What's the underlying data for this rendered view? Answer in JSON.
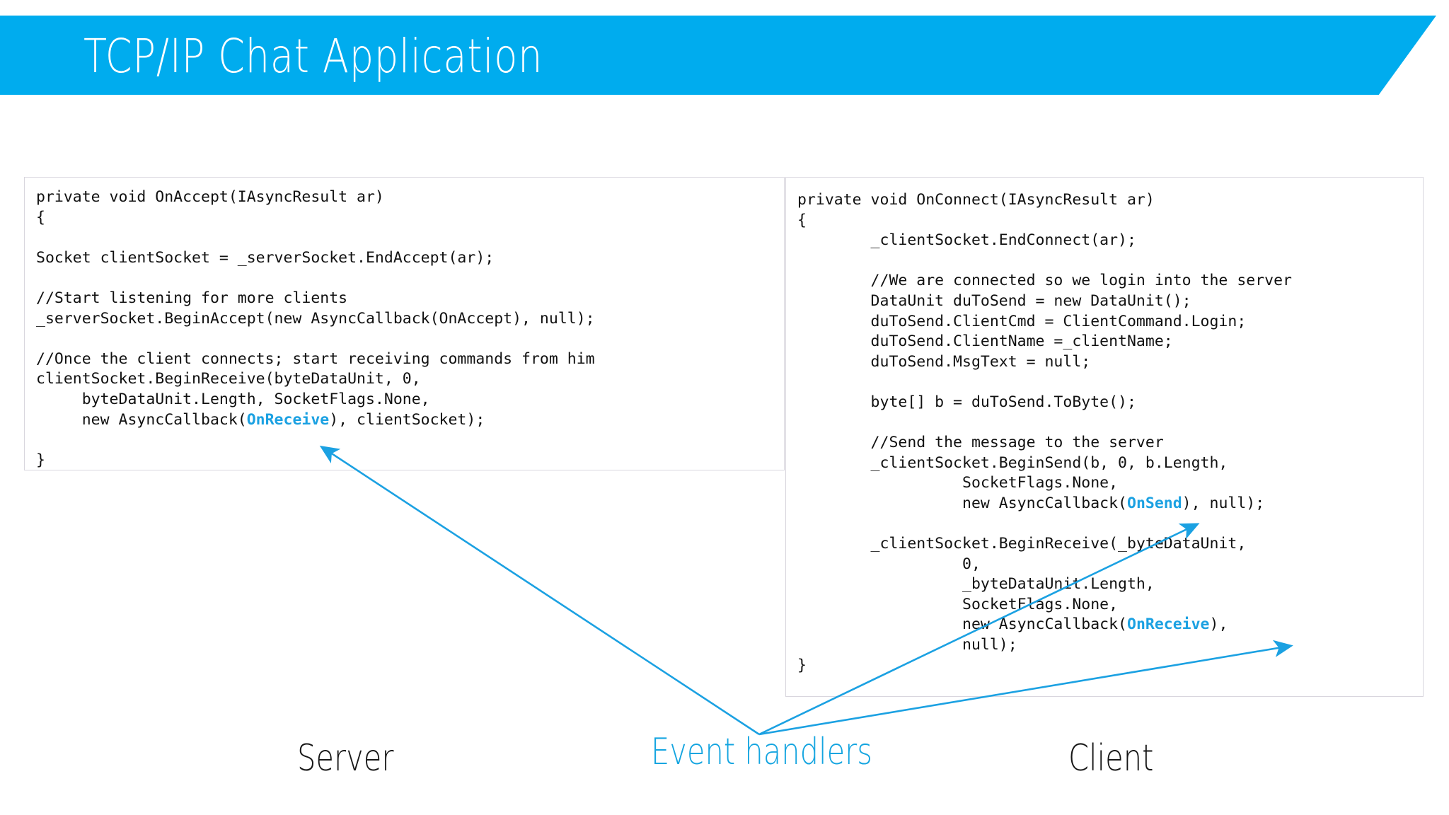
{
  "slide": {
    "title": "TCP/IP Chat Application",
    "accent_color": "#00ACEE",
    "highlight_color": "#1BA1E2",
    "background_color": "#FFFFFF"
  },
  "code_panels": [
    {
      "id": "server",
      "caption": "Server",
      "lines": [
        "private void OnAccept(IAsyncResult ar)",
        "{",
        "",
        "Socket clientSocket = _serverSocket.EndAccept(ar);",
        "",
        "//Start listening for more clients",
        "_serverSocket.BeginAccept(new AsyncCallback(OnAccept), null);",
        "",
        "//Once the client connects; start receiving commands from him",
        "clientSocket.BeginReceive(byteDataUnit, 0,",
        "     byteDataUnit.Length, SocketFlags.None,",
        "     new AsyncCallback(OnReceive), clientSocket);",
        "",
        "}"
      ],
      "highlights": [
        "OnReceive"
      ]
    },
    {
      "id": "client",
      "caption": "Client",
      "lines": [
        "private void OnConnect(IAsyncResult ar)",
        "{",
        "        _clientSocket.EndConnect(ar);",
        "",
        "        //We are connected so we login into the server",
        "        DataUnit duToSend = new DataUnit();",
        "        duToSend.ClientCmd = ClientCommand.Login;",
        "        duToSend.ClientName =_clientName;",
        "        duToSend.MsgText = null;",
        "",
        "        byte[] b = duToSend.ToByte();",
        "",
        "        //Send the message to the server",
        "        _clientSocket.BeginSend(b, 0, b.Length,",
        "                  SocketFlags.None,",
        "                  new AsyncCallback(OnSend), null);",
        "",
        "        _clientSocket.BeginReceive(_byteDataUnit,",
        "                  0,",
        "                  _byteDataUnit.Length,",
        "                  SocketFlags.None,",
        "                  new AsyncCallback(OnReceive),",
        "                  null);",
        "}"
      ],
      "highlights": [
        "OnSend",
        "OnReceive"
      ]
    }
  ],
  "callout": {
    "label": "Event handlers",
    "color": "#15A5E0",
    "arrow_count": 3
  },
  "captions": {
    "left": "Server",
    "center": "Event handlers",
    "right": "Client"
  }
}
